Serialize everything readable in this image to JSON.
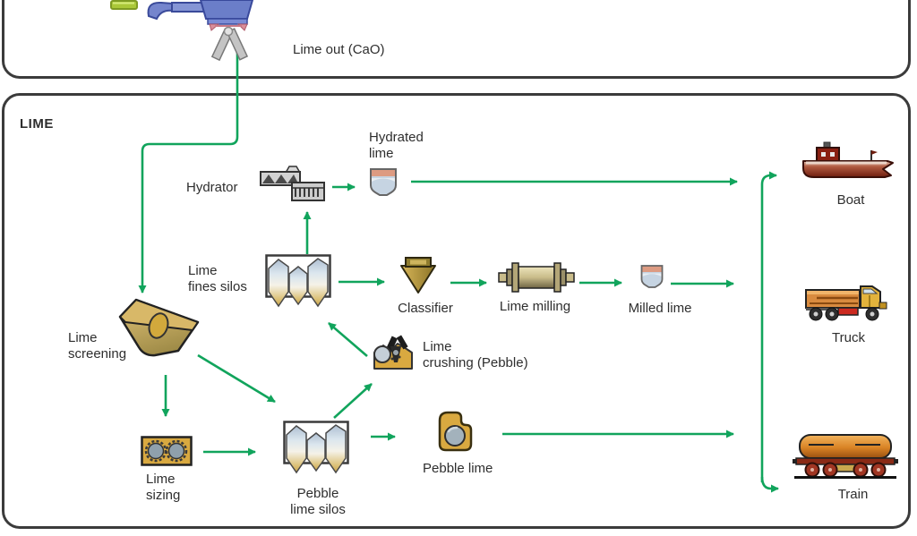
{
  "colors": {
    "arrow_green": "#11a45c",
    "box_border": "#3b3b3b",
    "text": "#2e2e2e",
    "equipment_gold": "#d9a940",
    "silo_blue_top": "#aebfd2",
    "silo_tan_bottom": "#c8a449",
    "bucket_pink": "#dd9b82",
    "bucket_blue": "#c6d4e2",
    "boat_red": "#6e1d0e",
    "truck_orange": "#d98b3f",
    "train_orange": "#d98325",
    "kiln_blue": "#6b7ec9"
  },
  "top_section": {
    "lime_out_label": "Lime out (CaO)"
  },
  "lime_section": {
    "title": "LIME"
  },
  "nodes": {
    "hydrator": {
      "label": "Hydrator"
    },
    "hydrated_lime": {
      "label": "Hydrated\nlime"
    },
    "lime_fines_silos": {
      "label": "Lime\nfines silos"
    },
    "classifier": {
      "label": "Classifier"
    },
    "lime_milling": {
      "label": "Lime milling"
    },
    "milled_lime": {
      "label": "Milled lime"
    },
    "lime_screening": {
      "label": "Lime\nscreening"
    },
    "lime_crushing": {
      "label": "Lime\ncrushing (Pebble)"
    },
    "pebble_lime": {
      "label": "Pebble lime"
    },
    "pebble_lime_silos": {
      "label": "Pebble\nlime silos"
    },
    "lime_sizing": {
      "label": "Lime\nsizing"
    },
    "boat": {
      "label": "Boat"
    },
    "truck": {
      "label": "Truck"
    },
    "train": {
      "label": "Train"
    }
  },
  "edges": [
    {
      "from": "kiln",
      "to": "lime_screening"
    },
    {
      "from": "lime_fines_silos",
      "to": "hydrator"
    },
    {
      "from": "hydrator",
      "to": "hydrated_lime"
    },
    {
      "from": "hydrated_lime",
      "to": "shipping"
    },
    {
      "from": "lime_fines_silos",
      "to": "classifier"
    },
    {
      "from": "classifier",
      "to": "lime_milling"
    },
    {
      "from": "lime_milling",
      "to": "milled_lime"
    },
    {
      "from": "milled_lime",
      "to": "shipping"
    },
    {
      "from": "lime_screening",
      "to": "lime_sizing"
    },
    {
      "from": "lime_screening",
      "to": "pebble_lime_silos"
    },
    {
      "from": "lime_sizing",
      "to": "pebble_lime_silos"
    },
    {
      "from": "pebble_lime_silos",
      "to": "lime_crushing"
    },
    {
      "from": "lime_crushing",
      "to": "lime_fines_silos"
    },
    {
      "from": "pebble_lime_silos",
      "to": "pebble_lime"
    },
    {
      "from": "pebble_lime",
      "to": "shipping"
    },
    {
      "from": "shipping",
      "to": "boat"
    },
    {
      "from": "shipping",
      "to": "truck"
    },
    {
      "from": "shipping",
      "to": "train"
    }
  ]
}
